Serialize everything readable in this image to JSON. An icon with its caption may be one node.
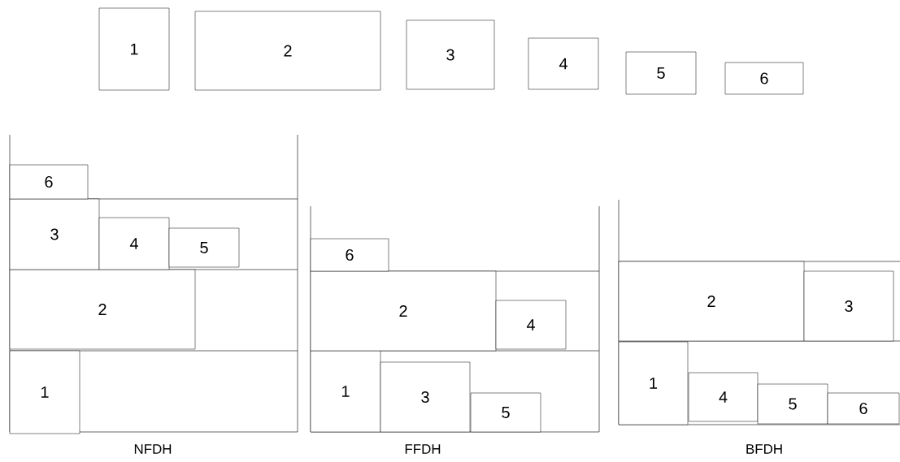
{
  "diagram": {
    "nodes": [
      {
        "text": [
          "1"
        ]
      },
      {
        "text": [
          "2"
        ]
      },
      {
        "text": [
          "3"
        ]
      },
      {
        "text": [
          "4"
        ]
      },
      {
        "text": [
          "5"
        ]
      },
      {
        "text": [
          "6"
        ]
      },
      {
        "text": [
          "1"
        ]
      },
      {
        "text": [
          "2"
        ]
      },
      {
        "text": [
          "3"
        ]
      },
      {
        "text": [
          "4"
        ]
      },
      {
        "text": [
          "5"
        ]
      },
      {
        "text": [
          "6"
        ]
      },
      {
        "text": [
          "1"
        ]
      },
      {
        "text": [
          "2"
        ]
      },
      {
        "text": [
          "3"
        ]
      },
      {
        "text": [
          "4"
        ]
      },
      {
        "text": [
          "5"
        ]
      },
      {
        "text": [
          "6"
        ]
      },
      {
        "text": [
          "1"
        ]
      },
      {
        "text": [
          "2"
        ]
      },
      {
        "text": [
          "3"
        ]
      },
      {
        "text": [
          "4"
        ]
      },
      {
        "text": [
          "5"
        ]
      },
      {
        "text": [
          "6"
        ]
      }
    ],
    "labels": [
      "NFDH",
      "FFDH",
      "BFDH"
    ]
  }
}
